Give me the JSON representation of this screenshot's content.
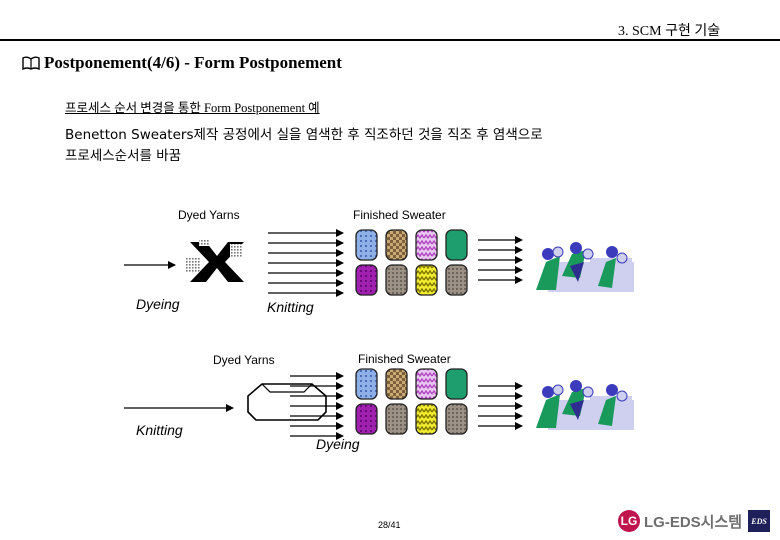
{
  "header": {
    "section": "3. SCM 구현 기술"
  },
  "title": "Postponement(4/6) - Form Postponement",
  "subtitle": "프로세스 순서 변경을 통한 Form Postponement 예",
  "description": {
    "line1": "Benetton Sweaters제작 공정에서 실을 염색한 후  직조하던 것을 직조 후 염색으로",
    "line2": "프로세스순서를 바꿈"
  },
  "diagram1": {
    "label_yarns": "Dyed Yarns",
    "label_sweater": "Finished Sweater",
    "step1": "Dyeing",
    "step2": "Knitting"
  },
  "diagram2": {
    "label_yarns": "Dyed Yarns",
    "label_sweater": "Finished Sweater",
    "step1": "Knitting",
    "step2": "Dyeing"
  },
  "footer": {
    "page": "28/41",
    "logo_text": "LG-EDS시스템",
    "logo_badge": "EDS",
    "logo_mark": "LG"
  },
  "colors": {
    "sweaters_top": [
      "#7d9ed6",
      "#b89a6a",
      "#cc66cc",
      "#1e9e6e"
    ],
    "sweaters_bottom": [
      "#9a1aa8",
      "#8f8679",
      "#e8e020",
      "#8f8679"
    ],
    "people_body": "#cfcff0",
    "people_hair": "#3b3bbb",
    "people_green": "#1a9a5a"
  }
}
